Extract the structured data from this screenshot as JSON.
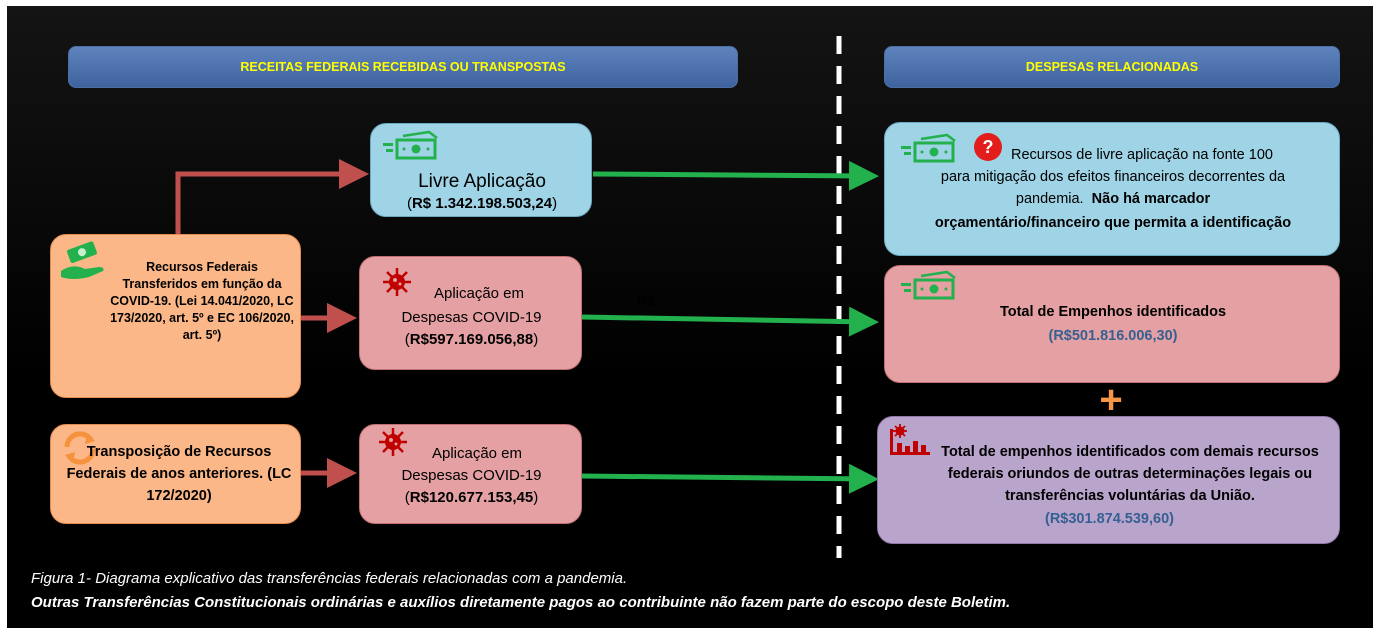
{
  "headers": {
    "left": "RECEITAS FEDERAIS RECEBIDAS OU TRANSPOSTAS",
    "right": "DESPESAS RELACIONADAS"
  },
  "sources": {
    "federal": "Recursos Federais Transferidos em função da COVID-19. (Lei 14.041/2020, LC 173/2020, art. 5º e EC 106/2020, art. 5º)",
    "transposition": "Transposição de Recursos Federais de anos anteriores. (LC 172/2020)"
  },
  "middle": {
    "livre_label": "Livre Aplicação",
    "livre_value": "R$ 1.342.198.503,24",
    "covid1_label_1": "Aplicação em",
    "covid1_label_2": "Despesas COVID-19",
    "covid1_value": "R$597.169.056,88",
    "covid2_label_1": "Aplicação em",
    "covid2_label_2": "Despesas COVID-19",
    "covid2_value": "R$120.677.153,45"
  },
  "stray_text": "R$",
  "right": {
    "livre_line1": "Recursos de livre aplicação na fonte 100",
    "livre_line2": "para mitigação dos efeitos financeiros decorrentes da",
    "livre_line3": "pandemia.",
    "livre_bold": "Não há marcador",
    "livre_bold2": "orçamentário/financeiro que permita a identificação",
    "empenhos_title": "Total de Empenhos identificados",
    "empenhos_value": "(R$501.816.006,30)",
    "plus": "+",
    "demais_title": "Total de empenhos identificados com demais recursos federais oriundos de outras determinações legais ou transferências voluntárias da União.",
    "demais_value": "(R$301.874.539,60)"
  },
  "caption": {
    "line1": "Figura 1- Diagrama explicativo das transferências federais relacionadas com a pandemia.",
    "line2": "Outras Transferências Constitucionais ordinárias e auxílios diretamente pagos ao contribuinte não fazem parte do escopo deste Boletim."
  },
  "colors": {
    "header_text": "#ffff00",
    "green_arrow": "#22b14c",
    "red_arrow": "#c0504d",
    "plus": "#f79646",
    "value_blue": "#366092"
  }
}
